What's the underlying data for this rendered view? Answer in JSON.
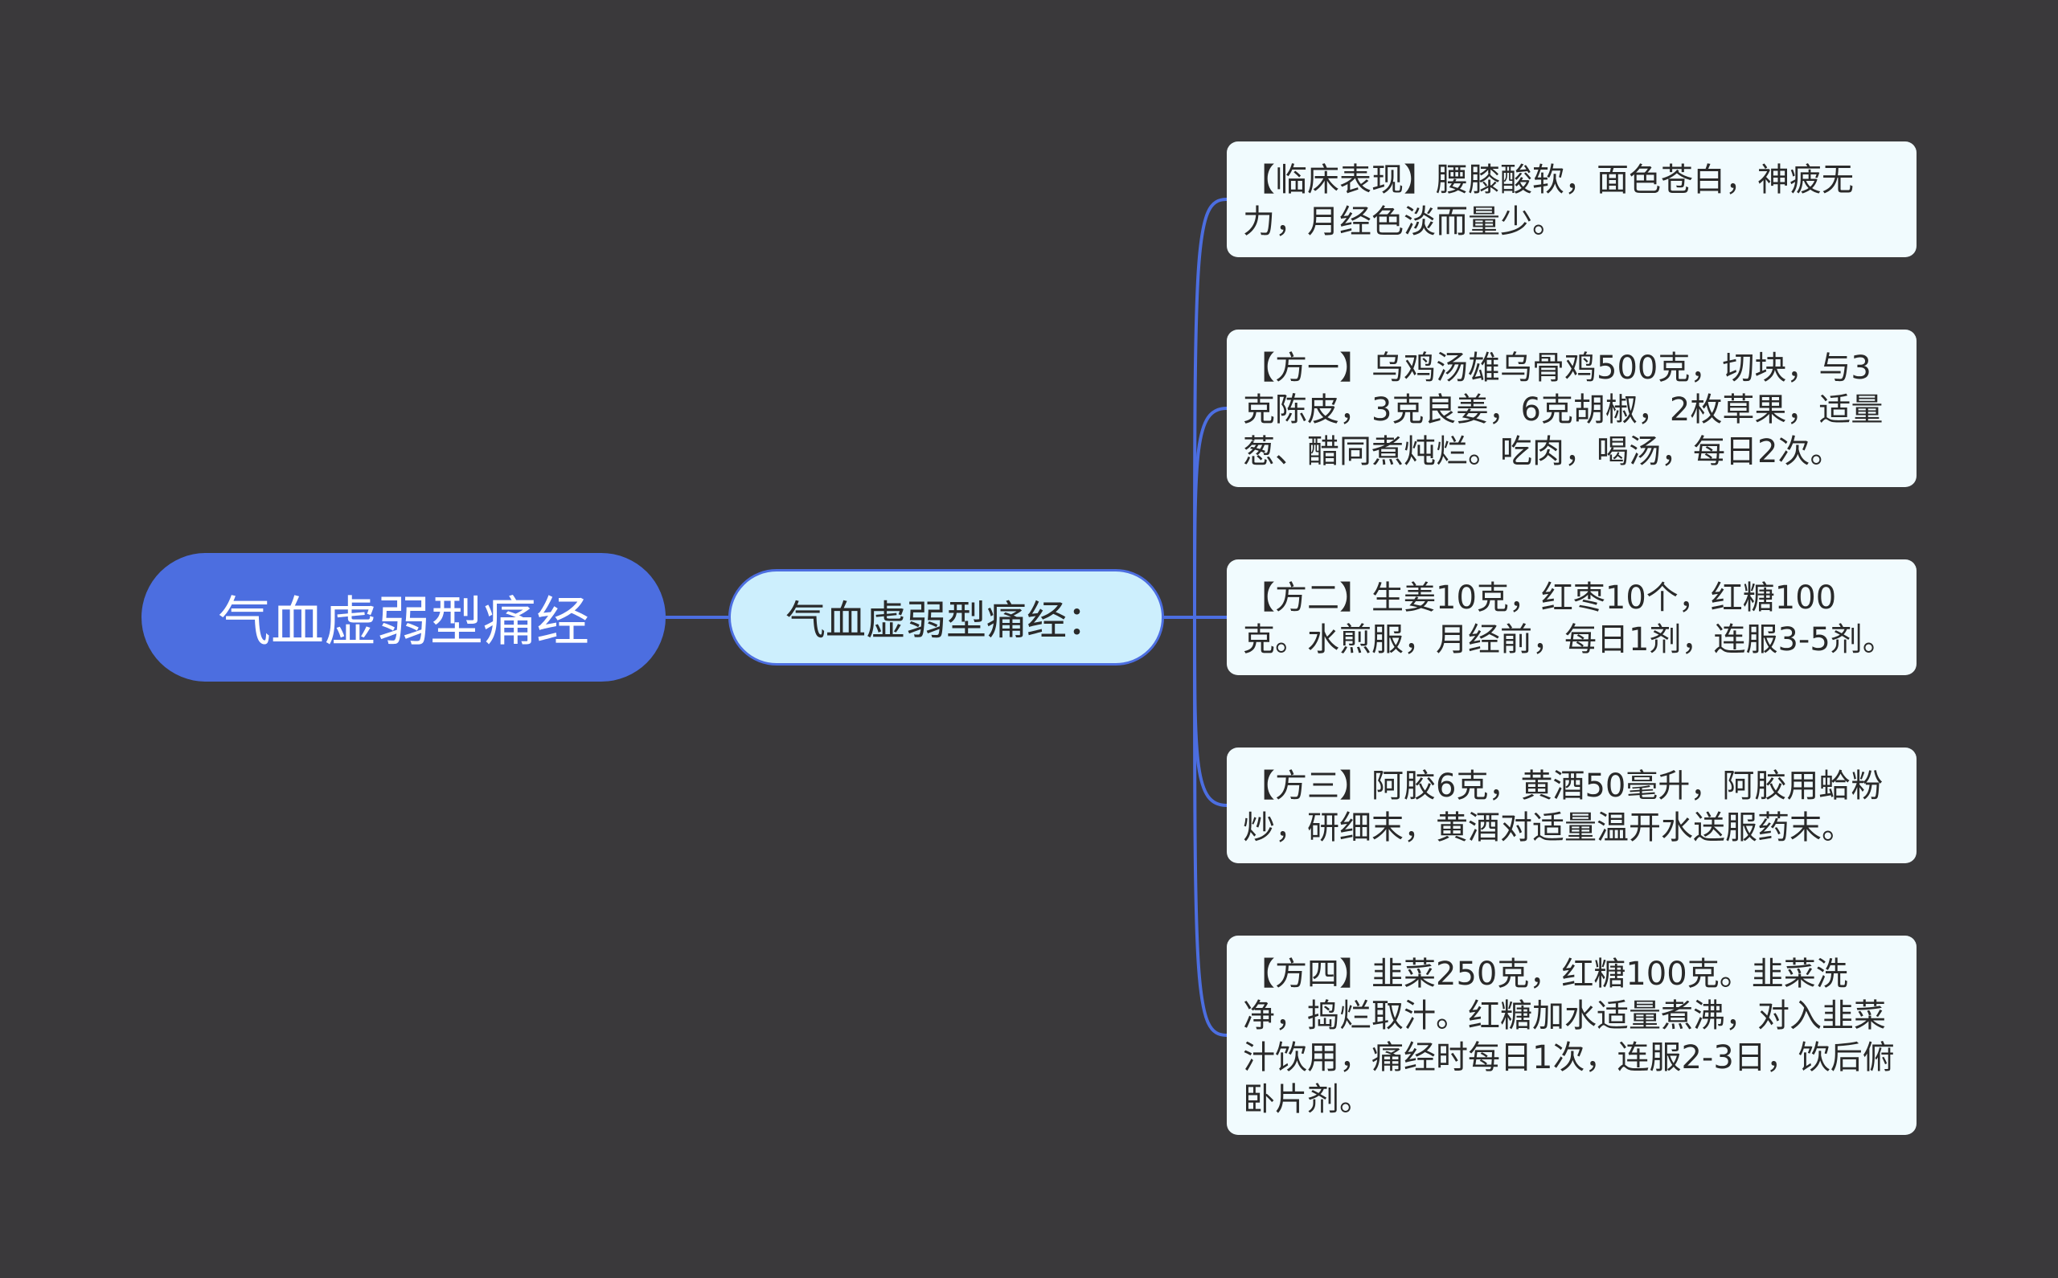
{
  "colors": {
    "background": "#3a393b",
    "root_fill": "#4c6ee0",
    "mid_fill": "#cdeffd",
    "leaf_fill": "#f1fbfe",
    "connector": "#4c6ee0"
  },
  "root": {
    "label": "气血虚弱型痛经"
  },
  "branch": {
    "label": "气血虚弱型痛经："
  },
  "leaves": [
    {
      "text": "【临床表现】腰膝酸软，面色苍白，神疲无力，月经色淡而量少。"
    },
    {
      "text": "【方一】乌鸡汤雄乌骨鸡500克，切块，与3克陈皮，3克良姜，6克胡椒，2枚草果，适量葱、醋同煮炖烂。吃肉，喝汤，每日2次。"
    },
    {
      "text": "【方二】生姜10克，红枣10个，红糖100克。水煎服，月经前，每日1剂，连服3-5剂。"
    },
    {
      "text": "【方三】阿胶6克，黄酒50毫升，阿胶用蛤粉炒，研细末，黄酒对适量温开水送服药末。"
    },
    {
      "text": "【方四】韭菜250克，红糖100克。韭菜洗净，捣烂取汁。红糖加水适量煮沸，对入韭菜汁饮用，痛经时每日1次，连服2-3日，饮后俯卧片剂。"
    }
  ]
}
